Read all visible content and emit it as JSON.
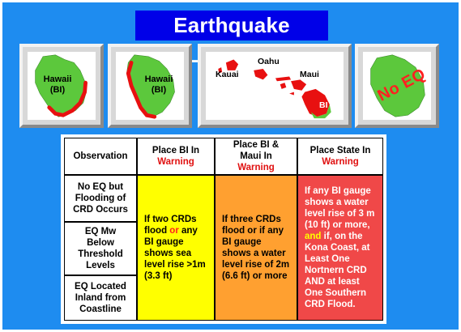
{
  "title": "Earthquake Location",
  "tiles": {
    "tile1_label": "Hawaii\n(BI)",
    "tile2_label": "Hawaii\n(BI)",
    "map_labels": {
      "kauai": "Kauai",
      "oahu": "Oahu",
      "maui": "Maui",
      "bi": "BI"
    },
    "tile4_label": "No EQ"
  },
  "colors": {
    "background": "#1e8cf0",
    "title_bg": "#0000e8",
    "island": "#5cc83c",
    "hazard": "#e81010",
    "col1": "#ffff00",
    "col2": "#ffa030",
    "col3": "#f04848"
  },
  "table": {
    "headers": {
      "observation": "Observation",
      "col1_a": "Place BI In",
      "col1_b": "Warning",
      "col2_a": "Place BI &",
      "col2_b": "Maui In",
      "col2_c": "Warning",
      "col3_a": "Place State In",
      "col3_b": "Warning"
    },
    "observations": [
      "No EQ but Flooding of CRD Occurs",
      "EQ Mw Below Threshold Levels",
      "EQ Located Inland from Coastline"
    ],
    "col1": {
      "t1": "If two CRDs flood ",
      "or": "or",
      "t2": " any BI gauge shows sea level rise >1m  (3.3 ft)"
    },
    "col2": "If three CRDs flood or if any BI gauge shows a water level rise of 2m (6.6 ft) or more",
    "col3": {
      "t1": "If any BI gauge shows a water level rise of 3 m (10 ft) or more, ",
      "and": "and",
      "t2": " if, on the Kona Coast, at Least One Nortnern CRD AND at least One Southern CRD Flood."
    }
  }
}
